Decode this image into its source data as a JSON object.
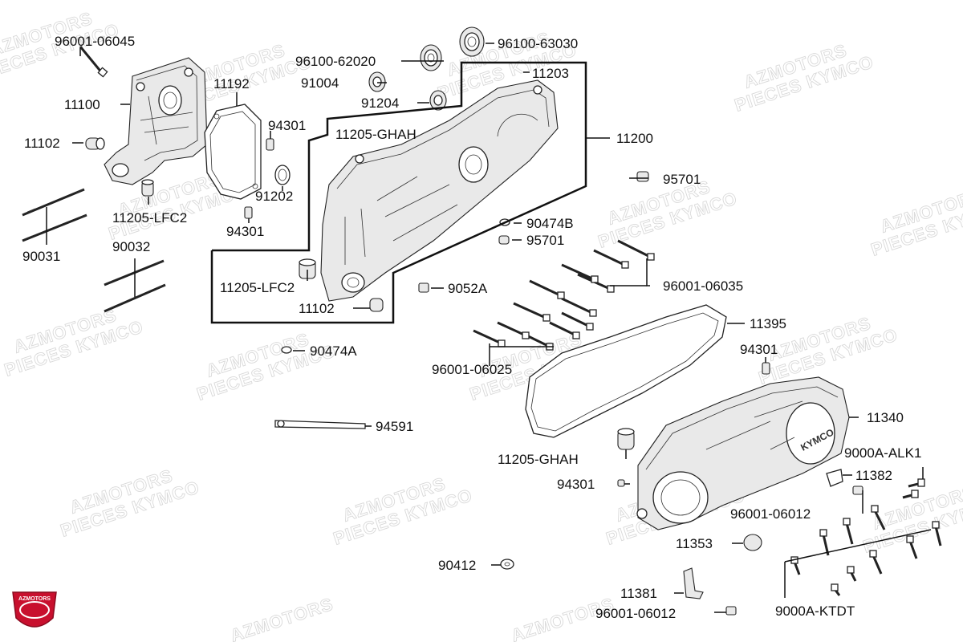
{
  "watermark": {
    "line1": "AZMOTORS",
    "line2": "PIECES KYMCO"
  },
  "logo": {
    "text": "AZMOTORS",
    "color": "#c8102e"
  },
  "cover_brand": "KYMCO",
  "labels": [
    {
      "id": "96001-06045-a",
      "text": "96001-06045"
    },
    {
      "id": "11192",
      "text": "11192"
    },
    {
      "id": "11100",
      "text": "11100"
    },
    {
      "id": "11102-a",
      "text": "11102"
    },
    {
      "id": "11205-LFC2-a",
      "text": "11205-LFC2"
    },
    {
      "id": "90031",
      "text": "90031"
    },
    {
      "id": "90032",
      "text": "90032"
    },
    {
      "id": "94301-a",
      "text": "94301"
    },
    {
      "id": "94301-b",
      "text": "94301"
    },
    {
      "id": "91202",
      "text": "91202"
    },
    {
      "id": "96100-62020",
      "text": "96100-62020"
    },
    {
      "id": "96100-63030",
      "text": "96100-63030"
    },
    {
      "id": "91004",
      "text": "91004"
    },
    {
      "id": "11203",
      "text": "11203"
    },
    {
      "id": "91204",
      "text": "91204"
    },
    {
      "id": "11205-GHAH-a",
      "text": "11205-GHAH"
    },
    {
      "id": "11200",
      "text": "11200"
    },
    {
      "id": "95701-a",
      "text": "95701"
    },
    {
      "id": "90474B",
      "text": "90474B"
    },
    {
      "id": "95701-b",
      "text": "95701"
    },
    {
      "id": "11205-LFC2-b",
      "text": "11205-LFC2"
    },
    {
      "id": "9052A",
      "text": "9052A"
    },
    {
      "id": "96001-06035",
      "text": "96001-06035"
    },
    {
      "id": "11102-b",
      "text": "11102"
    },
    {
      "id": "11395",
      "text": "11395"
    },
    {
      "id": "90474A",
      "text": "90474A"
    },
    {
      "id": "96001-06025",
      "text": "96001-06025"
    },
    {
      "id": "94301-c",
      "text": "94301"
    },
    {
      "id": "11340",
      "text": "11340"
    },
    {
      "id": "94591",
      "text": "94591"
    },
    {
      "id": "11205-GHAH-b",
      "text": "11205-GHAH"
    },
    {
      "id": "9000A-ALK1",
      "text": "9000A-ALK1"
    },
    {
      "id": "11382",
      "text": "11382"
    },
    {
      "id": "94301-d",
      "text": "94301"
    },
    {
      "id": "96001-06012-a",
      "text": "96001-06012"
    },
    {
      "id": "11353",
      "text": "11353"
    },
    {
      "id": "90412",
      "text": "90412"
    },
    {
      "id": "11381",
      "text": "11381"
    },
    {
      "id": "96001-06012-b",
      "text": "96001-06012"
    },
    {
      "id": "9000A-KTDT",
      "text": "9000A-KTDT"
    }
  ]
}
